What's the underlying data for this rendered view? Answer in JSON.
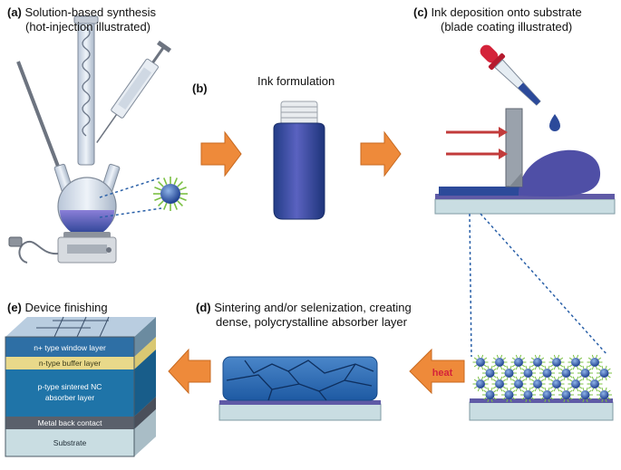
{
  "panels": {
    "a": {
      "letter": "(a)",
      "title": "Solution-based synthesis",
      "subtitle": "(hot-injection illustrated)"
    },
    "b": {
      "letter": "(b)",
      "title": "Ink formulation"
    },
    "c": {
      "letter": "(c)",
      "title": "Ink deposition onto substrate",
      "subtitle": "(blade coating illustrated)"
    },
    "d": {
      "letter": "(d)",
      "title": "Sintering and/or selenization, creating",
      "subtitle": "dense, polycrystalline absorber layer"
    },
    "e": {
      "letter": "(e)",
      "title": "Device finishing"
    }
  },
  "heat_label": "heat",
  "device_layers": {
    "window": "n+ type window layer",
    "buffer": "n-type buffer layer",
    "absorber_line1": "p-type sintered NC",
    "absorber_line2": "absorber layer",
    "contact": "Metal back contact",
    "substrate": "Substrate"
  },
  "colors": {
    "arrow_orange": "#ee8a3a",
    "ink_blue": "#2c4a9a",
    "substrate_gray": "#c9dde2",
    "dropper_red": "#d4233a",
    "nanocrystal_ligand": "#7bc043",
    "device_blue": "#1f74a8",
    "buffer_yellow": "#e9d98a"
  }
}
